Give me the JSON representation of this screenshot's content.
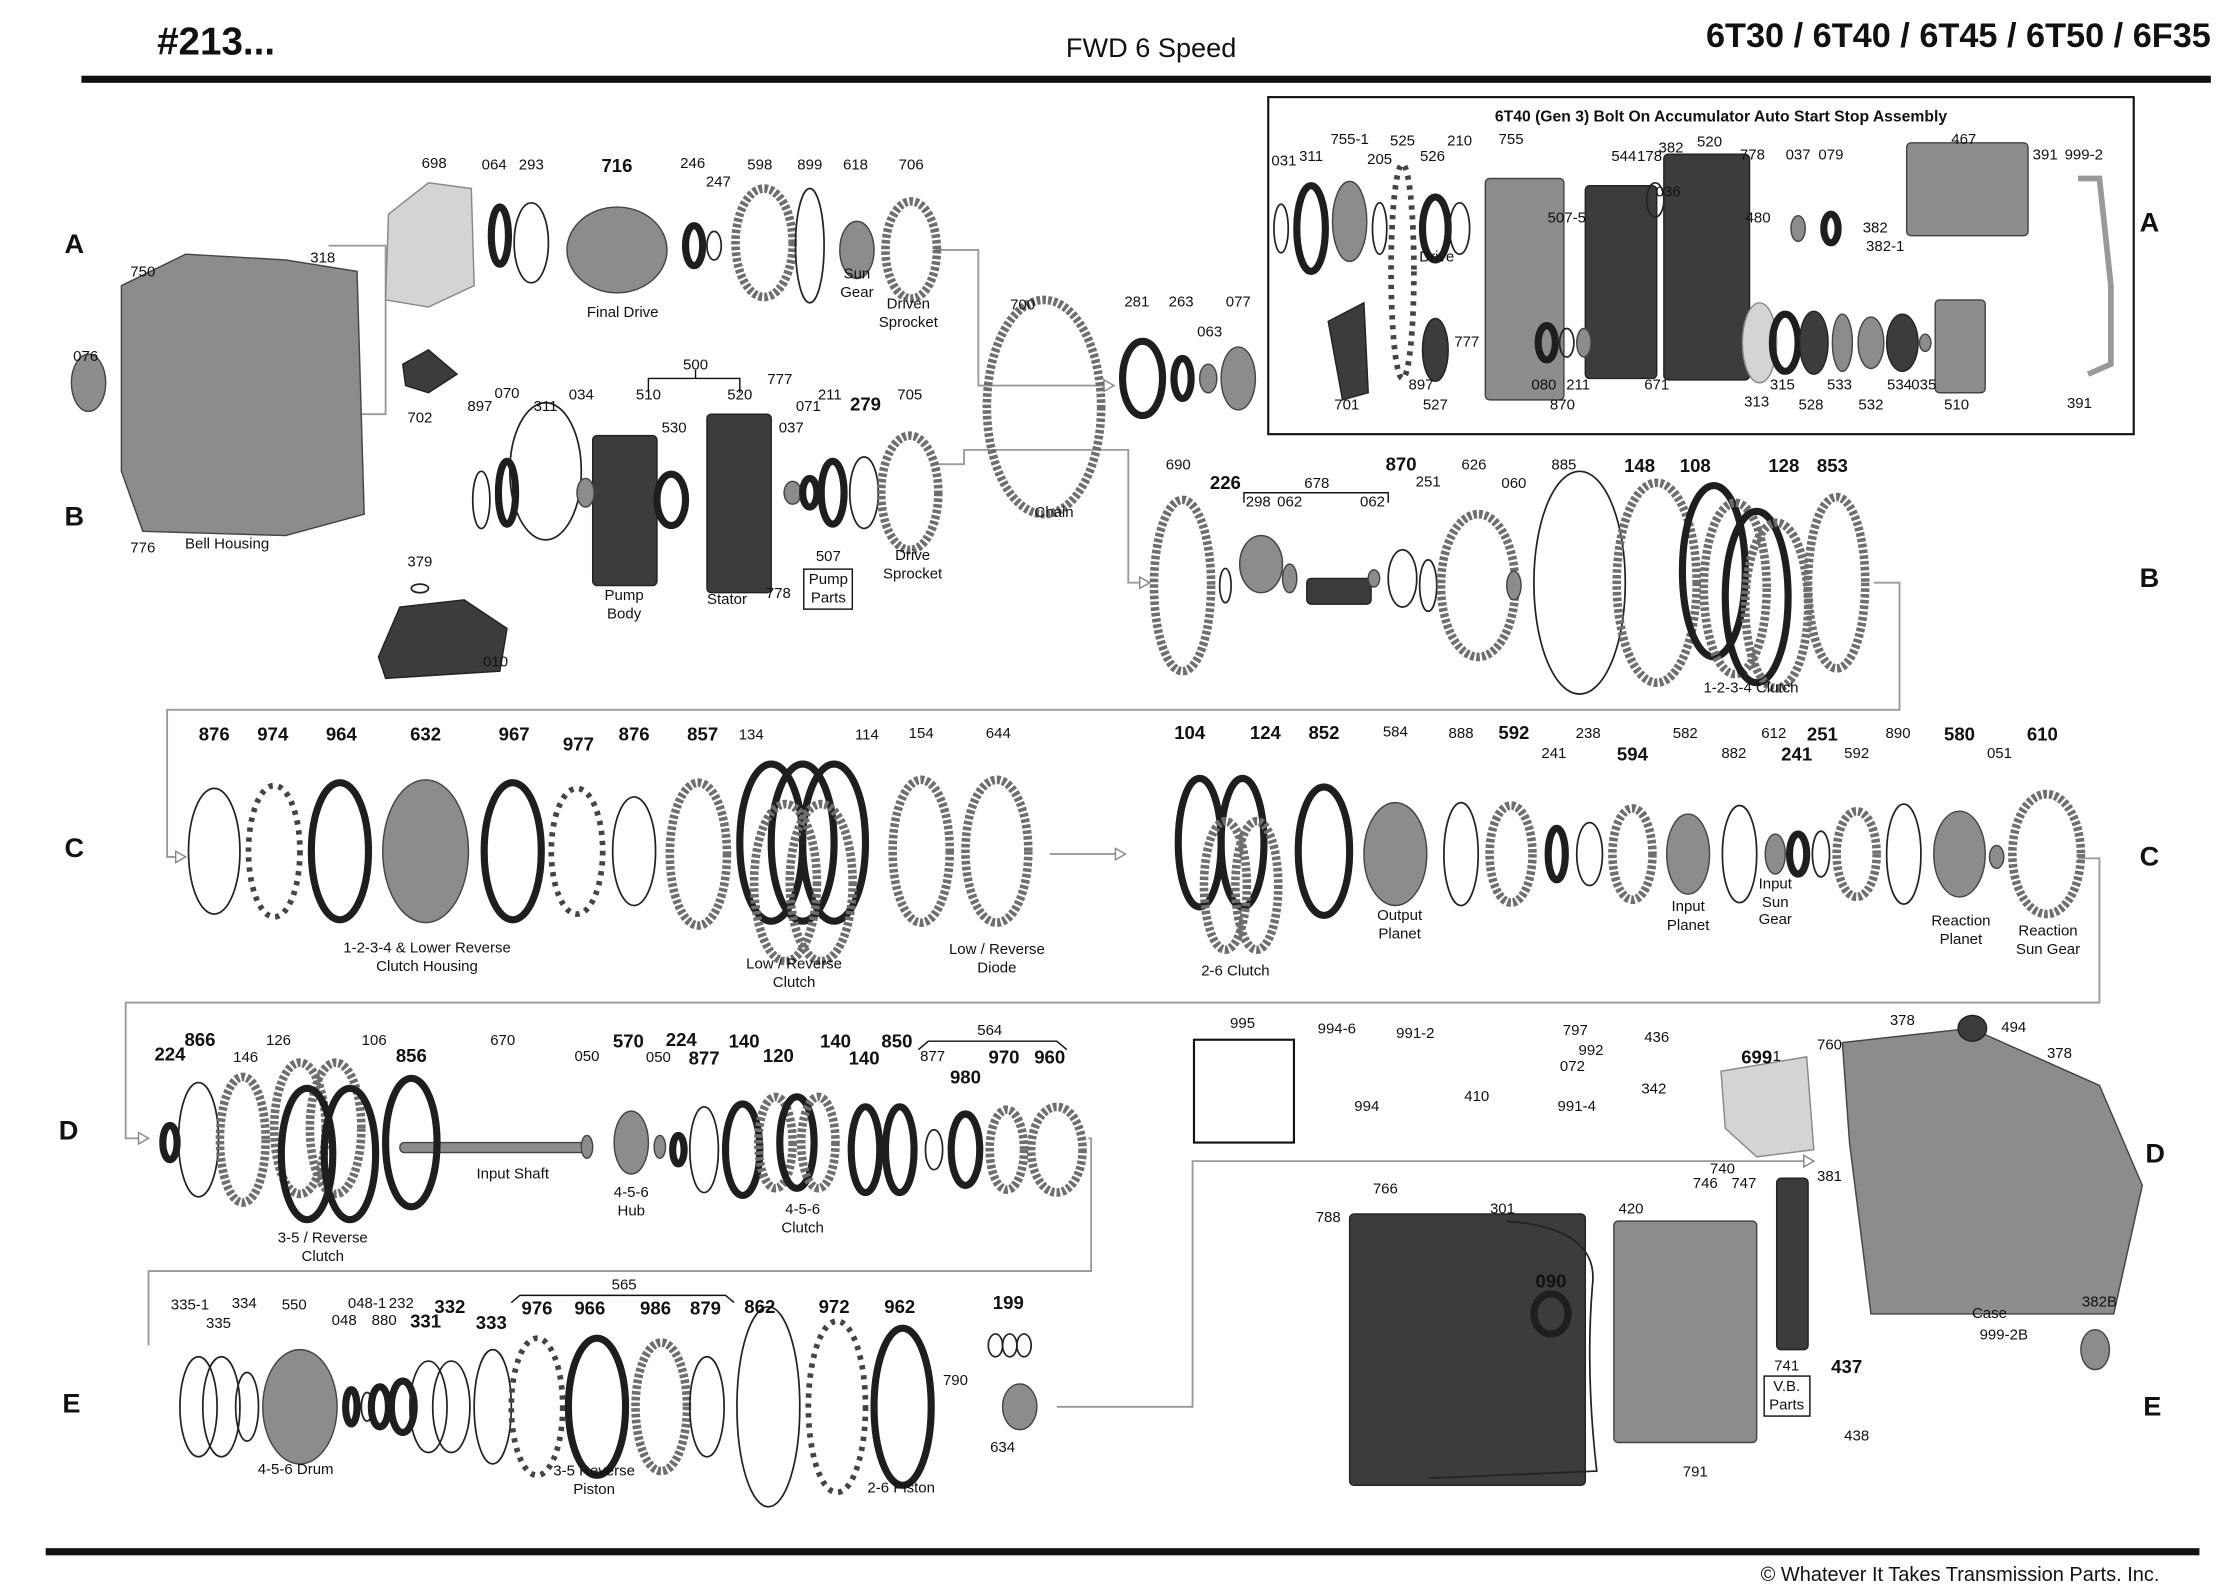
{
  "header": {
    "catalog_number": "#213...",
    "subtitle": "FWD 6 Speed",
    "models": "6T30 / 6T40 / 6T45 / 6T50 / 6F35"
  },
  "footer": {
    "copyright": "© Whatever It Takes Transmission Parts. Inc."
  },
  "inset_title": "6T40 (Gen 3) Bolt On Accumulator Auto Start Stop Assembly",
  "row_letters_left": [
    "A",
    "B",
    "C",
    "D",
    "E"
  ],
  "row_letters_right": [
    "A",
    "B",
    "C",
    "D",
    "E"
  ],
  "part_numbers": [
    "698",
    "064",
    "293",
    "716",
    "246",
    "247",
    "598",
    "899",
    "618",
    "706",
    "318",
    "750",
    "076",
    "702",
    "776",
    "700",
    "281",
    "263",
    "077",
    "063",
    "500",
    "510",
    "520",
    "777",
    "211",
    "279",
    "705",
    "071",
    "037",
    "530",
    "897",
    "070",
    "311",
    "034",
    "778",
    "507",
    "379",
    "010",
    "031",
    "311",
    "755-1",
    "525",
    "210",
    "205",
    "526",
    "755",
    "544",
    "178",
    "382",
    "520",
    "036",
    "778",
    "037",
    "079",
    "467",
    "391",
    "999-2",
    "480",
    "382",
    "382-1",
    "507-5",
    "777",
    "701",
    "897",
    "527",
    "080",
    "211",
    "870",
    "671",
    "313",
    "315",
    "528",
    "533",
    "532",
    "534",
    "035",
    "510",
    "391",
    "690",
    "226",
    "678",
    "298",
    "062",
    "062",
    "870",
    "251",
    "626",
    "060",
    "885",
    "148",
    "108",
    "128",
    "853",
    "876",
    "974",
    "964",
    "632",
    "967",
    "977",
    "876",
    "857",
    "134",
    "114",
    "154",
    "644",
    "104",
    "124",
    "852",
    "584",
    "888",
    "592",
    "241",
    "238",
    "594",
    "582",
    "882",
    "612",
    "241",
    "251",
    "592",
    "890",
    "580",
    "051",
    "610",
    "224",
    "866",
    "146",
    "126",
    "106",
    "856",
    "670",
    "050",
    "570",
    "050",
    "224",
    "877",
    "140",
    "120",
    "140",
    "140",
    "850",
    "564",
    "877",
    "980",
    "970",
    "960",
    "995",
    "994-6",
    "991-2",
    "797",
    "992",
    "072",
    "991-4",
    "436",
    "342",
    "410",
    "994",
    "699",
    "1",
    "378",
    "494",
    "760",
    "378",
    "766",
    "788",
    "301",
    "090",
    "420",
    "740",
    "746",
    "747",
    "381",
    "741",
    "437",
    "382B",
    "999-2B",
    "438",
    "791",
    "335-1",
    "335",
    "334",
    "550",
    "048",
    "048-1",
    "232",
    "880",
    "331",
    "332",
    "333",
    "565",
    "976",
    "966",
    "986",
    "879",
    "862",
    "972",
    "962",
    "199",
    "790",
    "634"
  ],
  "descriptions": [
    "Final Drive",
    "Sun\nGear",
    "Driven\nSprocket",
    "Bell Housing",
    "Chain",
    "Pump\nBody",
    "Stator",
    "Pump\nParts",
    "Drive\nSprocket",
    "Drive",
    "1-2-3-4 Clutch",
    "1-2-3-4 & Lower Reverse\nClutch Housing",
    "Low / Reverse\nClutch",
    "Low / Reverse\nDiode",
    "2-6 Clutch",
    "Output\nPlanet",
    "Input\nPlanet",
    "Input\nSun\nGear",
    "Reaction\nPlanet",
    "Reaction\nSun Gear",
    "Input Shaft",
    "4-5-6\nHub",
    "3-5 / Reverse\nClutch",
    "4-5-6\nClutch",
    "V.B.\nParts",
    "Case",
    "4-5-6 Drum",
    "3-5 Reverse\nPiston",
    "2-6 Piston"
  ]
}
